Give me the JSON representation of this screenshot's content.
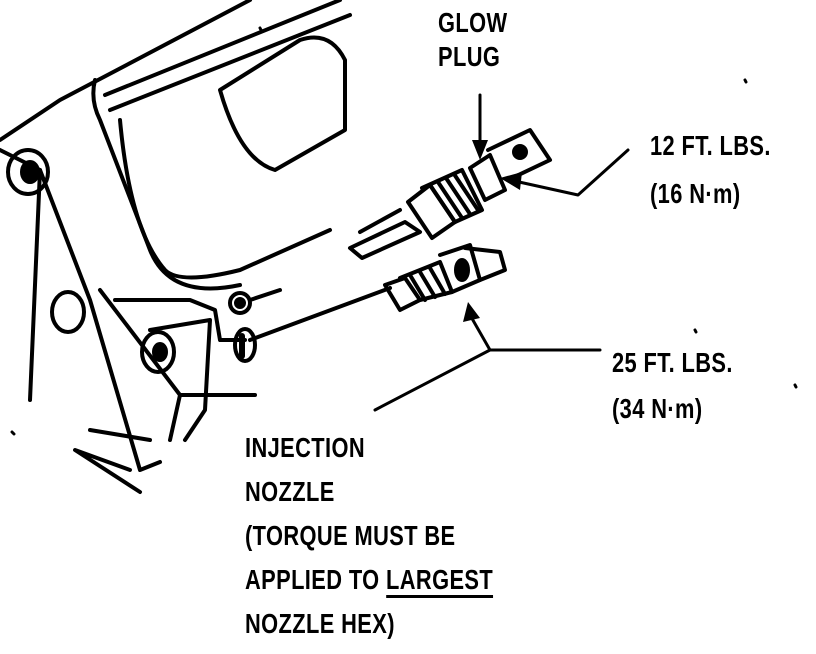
{
  "labels": {
    "glow_plug": {
      "line1": "GLOW",
      "line2": "PLUG"
    },
    "glow_plug_torque": {
      "line1": "12 FT. LBS.",
      "line2": "(16 N·m)"
    },
    "nozzle_torque": {
      "line1": "25 FT. LBS.",
      "line2": "(34 N·m)"
    },
    "injection_nozzle": {
      "line1": "INJECTION",
      "line2": "NOZZLE",
      "line3": "(TORQUE MUST BE",
      "line4_a": "APPLIED TO ",
      "line4_b": "LARGEST",
      "line5": "NOZZLE HEX)"
    }
  },
  "colors": {
    "ink": "#000000",
    "paper": "#ffffff"
  }
}
